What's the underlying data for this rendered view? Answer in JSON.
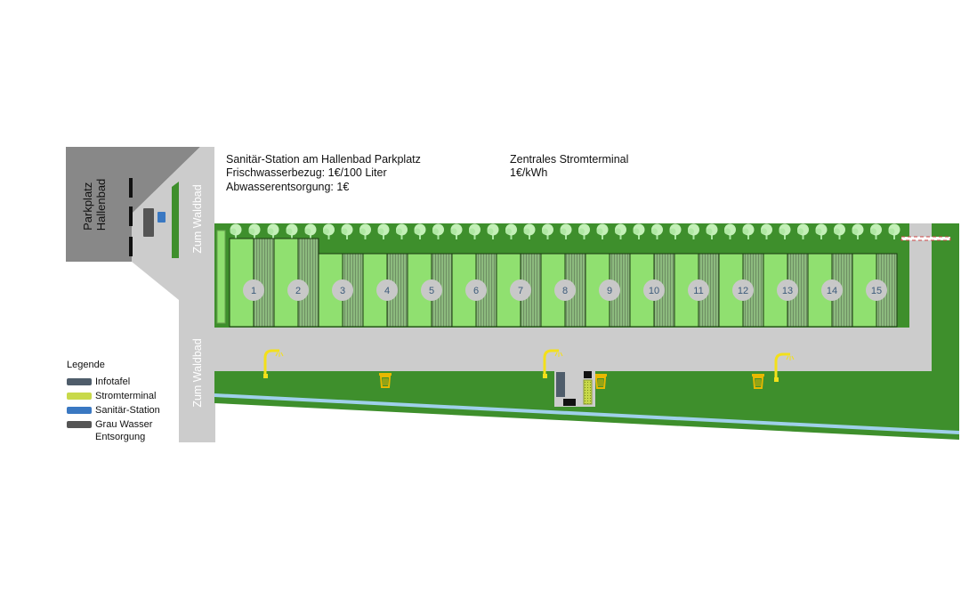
{
  "parking_label": "Parkplatz\nHallenbad",
  "road_label": "Zum Waldbad",
  "notes": {
    "sanitary_title": "Sanitär-Station am Hallenbad Parkplatz",
    "fresh_water": "Frischwasserbezug: 1€/100 Liter",
    "waste_water": "Abwasserentsorgung: 1€",
    "power_title": "Zentrales Stromterminal",
    "power_price": "1€/kWh"
  },
  "pitches": [
    "1",
    "2",
    "3",
    "4",
    "5",
    "6",
    "7",
    "8",
    "9",
    "10",
    "11",
    "12",
    "13",
    "14",
    "15"
  ],
  "legend": {
    "title": "Legende",
    "items": [
      {
        "label": "Infotafel",
        "color": "#4f5d6b"
      },
      {
        "label": "Stromterminal",
        "color": "#c8d94a"
      },
      {
        "label": "Sanitär-Station",
        "color": "#3a78c2"
      },
      {
        "label": "Grau Wasser Entsorgung",
        "color": "#555555"
      }
    ]
  },
  "colors": {
    "grass": "#3e8f2c",
    "road": "#cccccc",
    "parking": "#888888",
    "pitch": "#90e070",
    "pitch_hatch": "#7fa86f",
    "marker": "#c8c8c8",
    "marker_text": "#3b5a7a",
    "water": "#9fd0ea",
    "lamp": "#f3e01a",
    "bin": "#e8b800"
  }
}
